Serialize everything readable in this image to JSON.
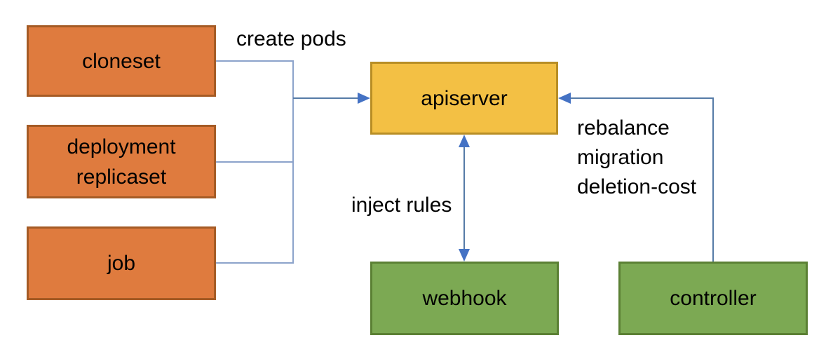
{
  "diagram": {
    "nodes": {
      "cloneset": {
        "label": "cloneset"
      },
      "deployment": {
        "label": "deployment\nreplicaset"
      },
      "job": {
        "label": "job"
      },
      "apiserver": {
        "label": "apiserver"
      },
      "webhook": {
        "label": "webhook"
      },
      "controller": {
        "label": "controller"
      }
    },
    "edge_labels": {
      "create_pods": "create pods",
      "inject_rules": "inject rules",
      "controller_ops": "rebalance\nmigration\ndeletion-cost"
    },
    "colors": {
      "workload_fill": "#DF7B3E",
      "workload_border": "#A55B25",
      "apiserver_fill": "#F3C044",
      "apiserver_border": "#B88E25",
      "green_fill": "#7CA953",
      "green_border": "#5B8034",
      "connector": "#567BA7",
      "connector_light": "#8CA3CB",
      "arrowhead": "#4472C4"
    }
  }
}
